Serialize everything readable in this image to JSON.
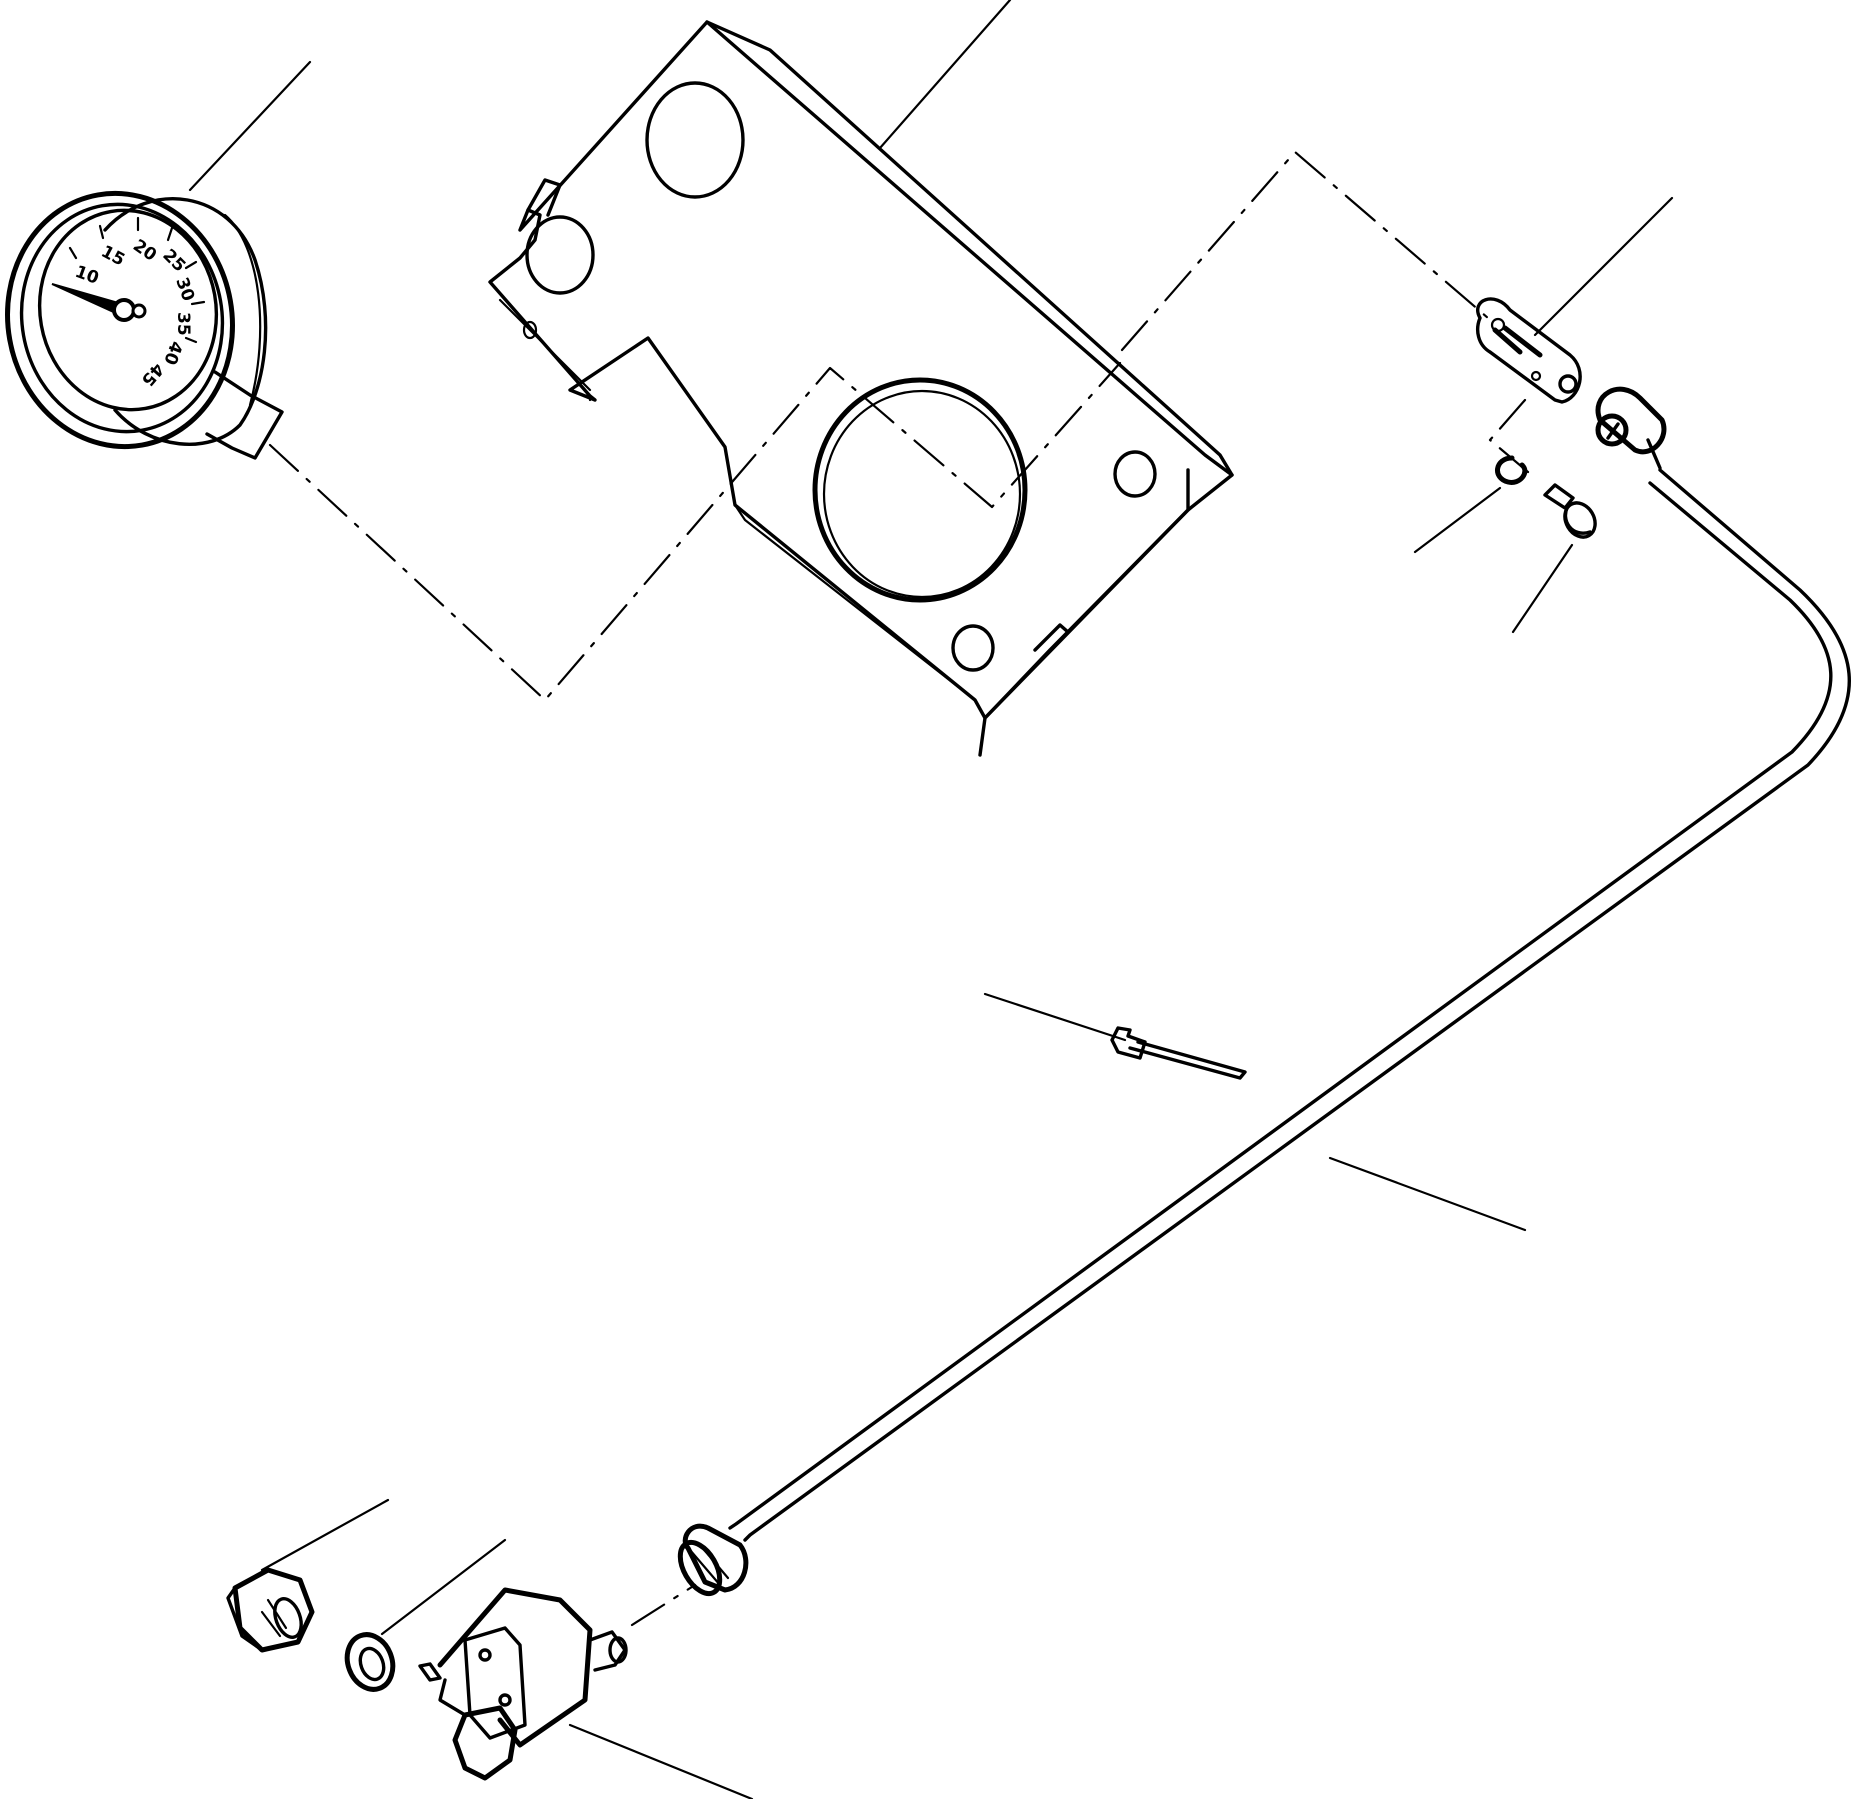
{
  "gauge": {
    "dial_labels": [
      "10",
      "15",
      "20",
      "25",
      "30",
      "35",
      "40"
    ],
    "max_label": "45",
    "needle_value": 10
  }
}
